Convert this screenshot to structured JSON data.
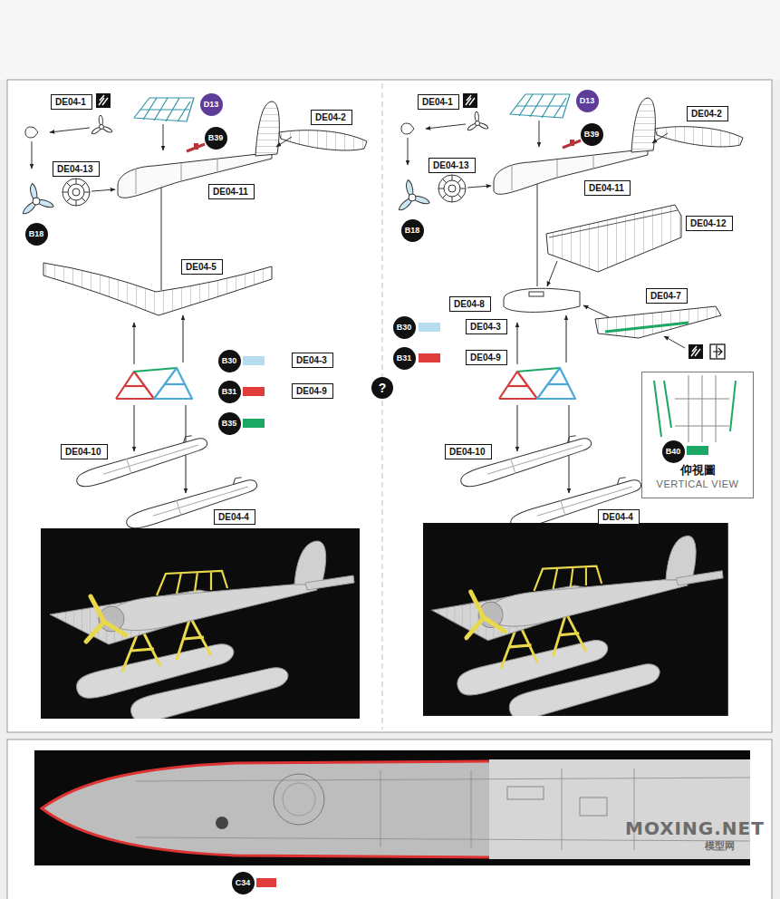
{
  "diagram": {
    "nodes": [
      {
        "text": [
          "DE04-1"
        ]
      },
      {
        "text": [
          "D13"
        ]
      },
      {
        "text": [
          "DE04-2"
        ]
      },
      {
        "text": [
          "B39"
        ]
      },
      {
        "text": [
          "DE04-13"
        ]
      },
      {
        "text": [
          "DE04-11"
        ]
      },
      {
        "text": [
          "B18"
        ]
      },
      {
        "text": [
          "DE04-5"
        ]
      },
      {
        "text": [
          "B30"
        ]
      },
      {
        "text": [
          "DE04-3"
        ]
      },
      {
        "text": [
          "B31"
        ]
      },
      {
        "text": [
          "DE04-9"
        ]
      },
      {
        "text": [
          "B35"
        ]
      },
      {
        "text": [
          "DE04-10"
        ]
      },
      {
        "text": [
          "DE04-4"
        ]
      },
      {
        "text": [
          "?"
        ]
      },
      {
        "text": [
          "DE04-1"
        ]
      },
      {
        "text": [
          "D13"
        ]
      },
      {
        "text": [
          "DE04-2"
        ]
      },
      {
        "text": [
          "B39"
        ]
      },
      {
        "text": [
          "DE04-13"
        ]
      },
      {
        "text": [
          "DE04-11"
        ]
      },
      {
        "text": [
          "B18"
        ]
      },
      {
        "text": [
          "DE04-12"
        ]
      },
      {
        "text": [
          "DE04-8"
        ]
      },
      {
        "text": [
          "DE04-7"
        ]
      },
      {
        "text": [
          "B30"
        ]
      },
      {
        "text": [
          "DE04-3"
        ]
      },
      {
        "text": [
          "B31"
        ]
      },
      {
        "text": [
          "DE04-9"
        ]
      },
      {
        "text": [
          "DE04-10"
        ]
      },
      {
        "text": [
          "DE04-4"
        ]
      },
      {
        "text": [
          "仰視圖",
          "VERTICAL VIEW"
        ]
      },
      {
        "text": [
          "B40"
        ],
        "in": 32
      },
      {
        "text": [
          "C34"
        ]
      }
    ],
    "edges": [
      {
        "from": 8,
        "to": 9,
        "arrow": "to"
      },
      {
        "from": 10,
        "to": 11,
        "arrow": "to"
      },
      {
        "from": 26,
        "to": 27,
        "arrow": "to"
      },
      {
        "from": 28,
        "to": 29,
        "arrow": "to"
      }
    ],
    "labels": [
      "MOXING.NET",
      "模型网"
    ]
  }
}
